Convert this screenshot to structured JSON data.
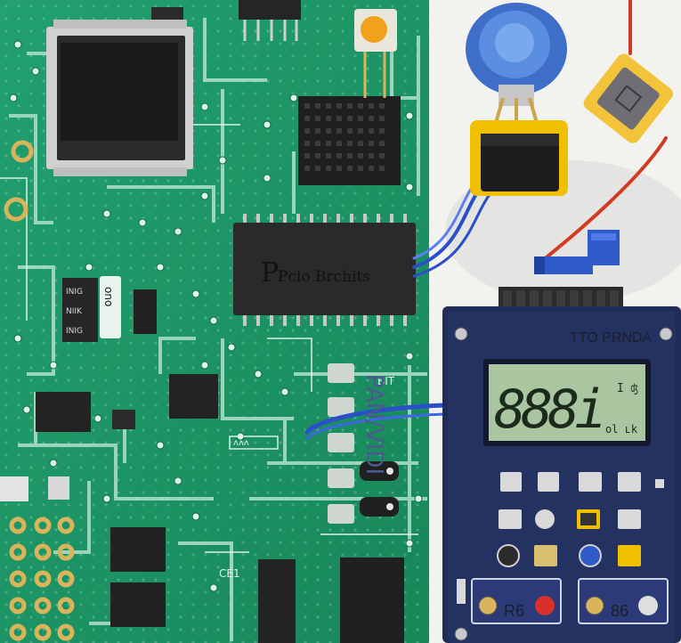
{
  "photo": {
    "main_chip_marking": "Pclo Brchits",
    "main_chip_marking_big_letter": "P",
    "small_chip_marking_1": "INIG",
    "small_chip_marking_2": "NIIK",
    "small_chip_marking_3": "INIG",
    "vertical_label": "ono",
    "small_silk": "ᴧᴧᴧ",
    "side_silk": "BIT",
    "bottom_silk": "CE1",
    "meter_brand": "TTO PRNDA",
    "lcd_digits": "888i",
    "lcd_side_top": "I ʤ",
    "lcd_side_bottom": "ol ʟk",
    "meter_side_text": "PAN/VIDI",
    "knob_label_left": "R6",
    "knob_label_right": "86",
    "colors": {
      "pcb_green": "#1f9a6a",
      "trace_light": "#a8dcc6",
      "meter_body": "#1f2c57",
      "lcd_green": "#a9c6a0",
      "blue_wire": "#2a4fc8",
      "red_wire": "#d23a22",
      "yellow_part": "#f0c000"
    }
  }
}
